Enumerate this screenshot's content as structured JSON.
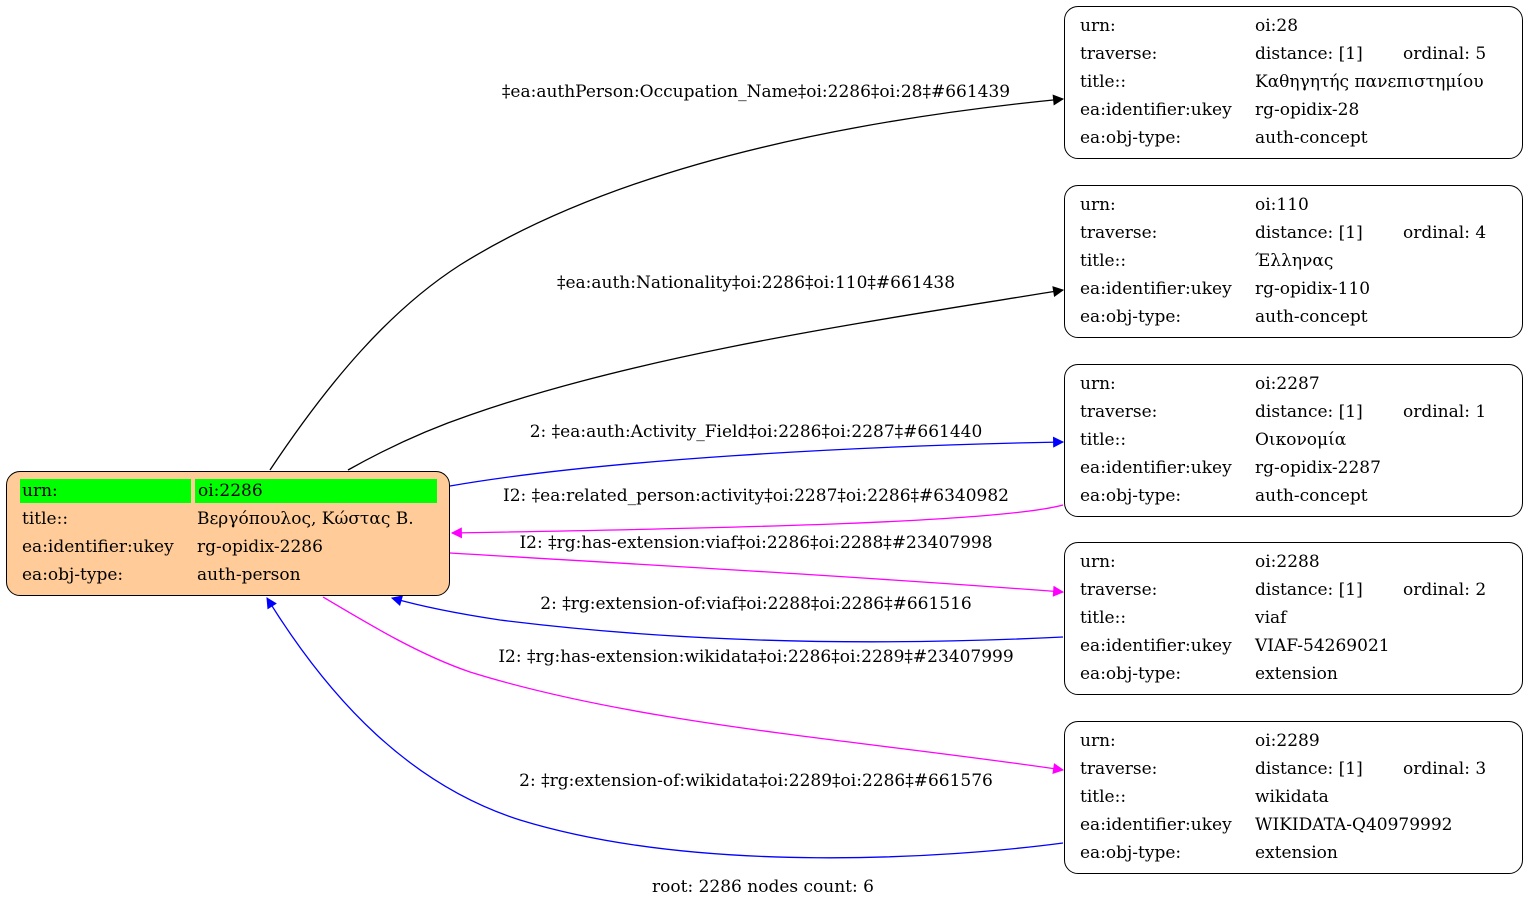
{
  "graph": {
    "footer": "root: 2286 nodes count: 6",
    "colors": {
      "forward": "#0000ff",
      "inverse": "#ff00ff",
      "plain": "#000000",
      "root_fill": "#ffcc99",
      "highlight": "#00ff00"
    },
    "root": {
      "urn_label": "urn:",
      "urn": "oi:2286",
      "title_label": "title::",
      "title": "Βεργόπουλος, Κώστας Β.",
      "ukey_label": "ea:identifier:ukey",
      "ukey": "rg-opidix-2286",
      "type_label": "ea:obj-type:",
      "type": "auth-person"
    },
    "nodes": [
      {
        "urn_label": "urn:",
        "urn": "oi:28",
        "traverse_label": "traverse:",
        "distance": "distance: [1]",
        "ordinal": "ordinal: 5",
        "title_label": "title::",
        "title": "Καθηγητής πανεπιστημίου",
        "ukey_label": "ea:identifier:ukey",
        "ukey": "rg-opidix-28",
        "type_label": "ea:obj-type:",
        "type": "auth-concept"
      },
      {
        "urn_label": "urn:",
        "urn": "oi:110",
        "traverse_label": "traverse:",
        "distance": "distance: [1]",
        "ordinal": "ordinal: 4",
        "title_label": "title::",
        "title": "Έλληνας",
        "ukey_label": "ea:identifier:ukey",
        "ukey": "rg-opidix-110",
        "type_label": "ea:obj-type:",
        "type": "auth-concept"
      },
      {
        "urn_label": "urn:",
        "urn": "oi:2287",
        "traverse_label": "traverse:",
        "distance": "distance: [1]",
        "ordinal": "ordinal: 1",
        "title_label": "title::",
        "title": "Οικονομία",
        "ukey_label": "ea:identifier:ukey",
        "ukey": "rg-opidix-2287",
        "type_label": "ea:obj-type:",
        "type": "auth-concept"
      },
      {
        "urn_label": "urn:",
        "urn": "oi:2288",
        "traverse_label": "traverse:",
        "distance": "distance: [1]",
        "ordinal": "ordinal: 2",
        "title_label": "title::",
        "title": "viaf",
        "ukey_label": "ea:identifier:ukey",
        "ukey": "VIAF-54269021",
        "type_label": "ea:obj-type:",
        "type": "extension"
      },
      {
        "urn_label": "urn:",
        "urn": "oi:2289",
        "traverse_label": "traverse:",
        "distance": "distance: [1]",
        "ordinal": "ordinal: 3",
        "title_label": "title::",
        "title": "wikidata",
        "ukey_label": "ea:identifier:ukey",
        "ukey": "WIKIDATA-Q40979992",
        "type_label": "ea:obj-type:",
        "type": "extension"
      }
    ],
    "edges": [
      {
        "label": "‡ea:authPerson:Occupation_Name‡oi:2286‡oi:28‡#661439",
        "kind": "plain"
      },
      {
        "label": "‡ea:auth:Nationality‡oi:2286‡oi:110‡#661438",
        "kind": "plain"
      },
      {
        "label": "2: ‡ea:auth:Activity_Field‡oi:2286‡oi:2287‡#661440",
        "kind": "forward"
      },
      {
        "label": "I2: ‡ea:related_person:activity‡oi:2287‡oi:2286‡#6340982",
        "kind": "inverse"
      },
      {
        "label": "I2: ‡rg:has-extension:viaf‡oi:2286‡oi:2288‡#23407998",
        "kind": "inverse"
      },
      {
        "label": "2: ‡rg:extension-of:viaf‡oi:2288‡oi:2286‡#661516",
        "kind": "forward"
      },
      {
        "label": "I2: ‡rg:has-extension:wikidata‡oi:2286‡oi:2289‡#23407999",
        "kind": "inverse"
      },
      {
        "label": "2: ‡rg:extension-of:wikidata‡oi:2289‡oi:2286‡#661576",
        "kind": "forward"
      }
    ]
  }
}
